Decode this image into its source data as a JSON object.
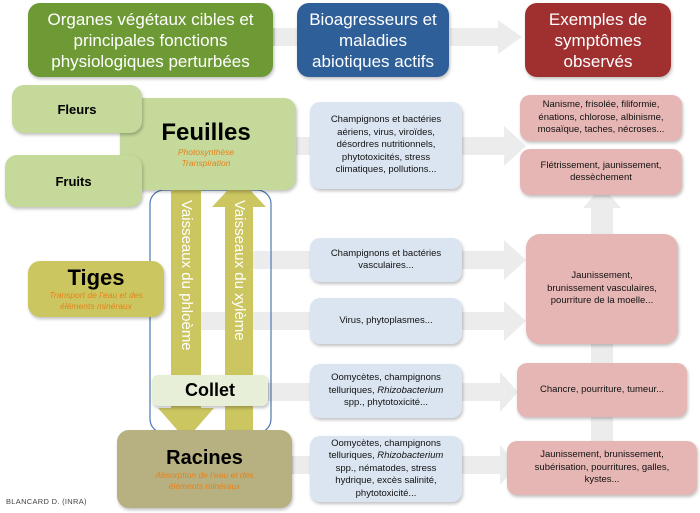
{
  "headers": {
    "organs": "Organes végétaux cibles et principales fonctions physiologiques perturbées",
    "agents": "Bioagresseurs et maladies abiotiques actifs",
    "symptoms": "Exemples de symptômes observés"
  },
  "organs": {
    "fleurs": {
      "title": "Fleurs"
    },
    "fruits": {
      "title": "Fruits"
    },
    "feuilles": {
      "title": "Feuilles",
      "sub1": "Photosynthèse",
      "sub2": "Transpiration"
    },
    "tiges": {
      "title": "Tiges",
      "sub1": "Transport de l’eau et des",
      "sub2": "éléments minéraux"
    },
    "collet": {
      "title": "Collet"
    },
    "racines": {
      "title": "Racines",
      "sub1": "Absorption de l’eau et des",
      "sub2": "éléments minéraux"
    }
  },
  "vessels": {
    "phloem": "Vaisseaux du phloème",
    "xylem": "Vaisseaux du xylème"
  },
  "agents": {
    "leaves": [
      "Champignons et bactéries",
      "aériens, virus, viroïdes,",
      "désordres nutritionnels,",
      "phytotoxicités, stress",
      "climatiques, pollutions..."
    ],
    "vascular": [
      "Champignons et bactéries",
      "vasculaires..."
    ],
    "virus": [
      "Virus, phytoplasmes..."
    ],
    "collar": {
      "l1": "Oomycètes, champignons",
      "l2a": "telluriques, ",
      "l2b": "Rhizobacterium",
      "l3": "spp., phytotoxicité..."
    },
    "roots": {
      "l1": "Oomycètes, champignons",
      "l2a": "telluriques, ",
      "l2b": "Rhizobacterium",
      "l3": "spp., nématodes, stress",
      "l4": "hydrique, excès salinité,",
      "l5": "phytotoxicité..."
    }
  },
  "symptoms": {
    "leaves1": [
      "Nanisme, frisolée, filiformie,",
      "énations, chlorose, albinisme,",
      "mosaïque, taches, nécroses..."
    ],
    "leaves2": [
      "Flétrissement, jaunissement,",
      "dessèchement"
    ],
    "stems": [
      "Jaunissement,",
      "brunissement vasculaires,",
      "pourriture de la moelle..."
    ],
    "collar": [
      "Chancre, pourriture, tumeur..."
    ],
    "roots": [
      "Jaunissement, brunissement,",
      "subérisation, pourritures, galles,",
      "kystes..."
    ]
  },
  "credit": "BLANCARD D. (INRA)",
  "colors": {
    "header_green": "#6e9a35",
    "header_blue": "#2f5f98",
    "header_red": "#a03030",
    "organ_light_green": "#c4d99a",
    "organ_olive": "#ccc660",
    "organ_khaki": "#b7b080",
    "agent_blue": "#dbe5f1",
    "symptom_pink": "#e6b6b4",
    "function_orange": "#e8821a"
  }
}
